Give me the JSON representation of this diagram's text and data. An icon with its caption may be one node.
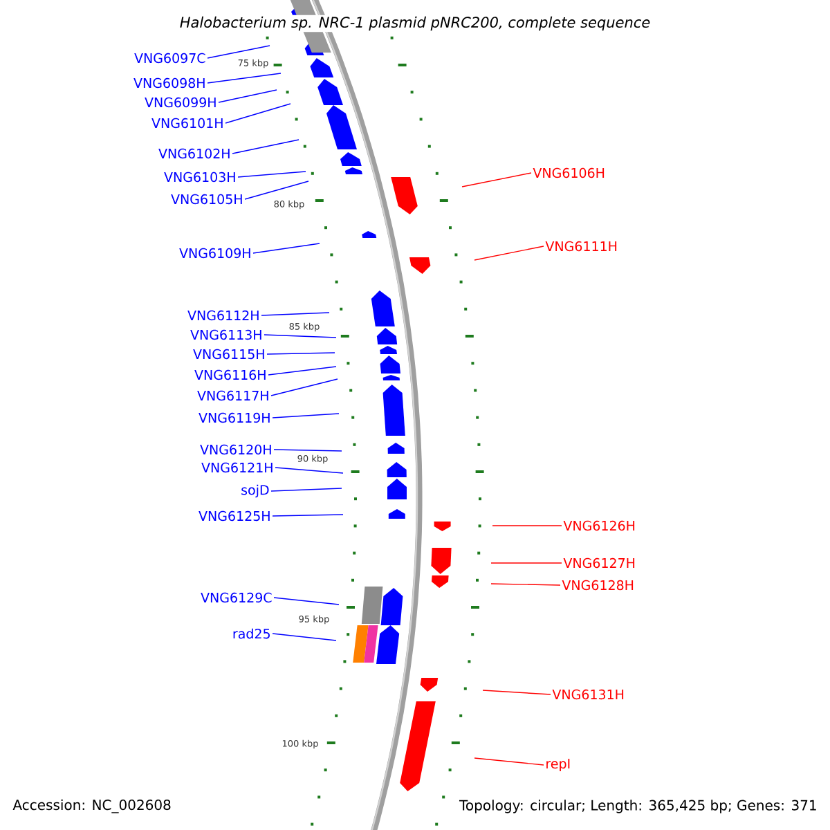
{
  "diagram": {
    "title": "Halobacterium sp. NRC-1 plasmid pNRC200, complete sequence",
    "nodes": [
      {
        "text": [
          "VNG6097C"
        ]
      },
      {
        "text": [
          "VNG6098H"
        ]
      },
      {
        "text": [
          "VNG6099H"
        ]
      },
      {
        "text": [
          "VNG6101H"
        ]
      },
      {
        "text": [
          "VNG6102H"
        ]
      },
      {
        "text": [
          "VNG6103H"
        ]
      },
      {
        "text": [
          "VNG6105H"
        ]
      },
      {
        "text": [
          "VNG6106H"
        ]
      },
      {
        "text": [
          "VNG6109H"
        ]
      },
      {
        "text": [
          "VNG6111H"
        ]
      },
      {
        "text": [
          "VNG6112H"
        ]
      },
      {
        "text": [
          "VNG6113H"
        ]
      },
      {
        "text": [
          "VNG6115H"
        ]
      },
      {
        "text": [
          "VNG6116H"
        ]
      },
      {
        "text": [
          "VNG6117H"
        ]
      },
      {
        "text": [
          "VNG6119H"
        ]
      },
      {
        "text": [
          "VNG6120H"
        ]
      },
      {
        "text": [
          "VNG6121H"
        ]
      },
      {
        "text": [
          "sojD"
        ]
      },
      {
        "text": [
          "VNG6125H"
        ]
      },
      {
        "text": [
          "VNG6126H"
        ]
      },
      {
        "text": [
          "VNG6127H"
        ]
      },
      {
        "text": [
          "VNG6128H"
        ]
      },
      {
        "text": [
          "VNG6129C"
        ]
      },
      {
        "text": [
          "rad25"
        ]
      },
      {
        "text": [
          "VNG6131H"
        ]
      },
      {
        "text": [
          "repI"
        ]
      }
    ],
    "edges": [
      {
        "from": 0,
        "to": null,
        "arrow": "none"
      },
      {
        "from": 1,
        "to": null,
        "arrow": "none"
      },
      {
        "from": 2,
        "to": null,
        "arrow": "none"
      },
      {
        "from": 3,
        "to": null,
        "arrow": "none"
      },
      {
        "from": 4,
        "to": null,
        "arrow": "none"
      },
      {
        "from": 5,
        "to": null,
        "arrow": "none"
      },
      {
        "from": 6,
        "to": null,
        "arrow": "none"
      },
      {
        "from": 7,
        "to": null,
        "arrow": "none",
        "color": "#ff0000"
      },
      {
        "from": 8,
        "to": null,
        "arrow": "none"
      },
      {
        "from": 9,
        "to": null,
        "arrow": "none",
        "color": "#ff0000"
      },
      {
        "from": 10,
        "to": null,
        "arrow": "none"
      },
      {
        "from": 11,
        "to": null,
        "arrow": "none"
      },
      {
        "from": 12,
        "to": null,
        "arrow": "none"
      },
      {
        "from": 13,
        "to": null,
        "arrow": "none"
      },
      {
        "from": 14,
        "to": null,
        "arrow": "none"
      },
      {
        "from": 15,
        "to": null,
        "arrow": "none"
      },
      {
        "from": 16,
        "to": null,
        "arrow": "none"
      },
      {
        "from": 17,
        "to": null,
        "arrow": "none"
      },
      {
        "from": 18,
        "to": null,
        "arrow": "none"
      },
      {
        "from": 19,
        "to": null,
        "arrow": "none"
      },
      {
        "from": 20,
        "to": null,
        "arrow": "none",
        "color": "#ff0000"
      },
      {
        "from": 21,
        "to": null,
        "arrow": "none",
        "color": "#ff0000"
      },
      {
        "from": 22,
        "to": null,
        "arrow": "none",
        "color": "#ff0000"
      },
      {
        "from": 23,
        "to": null,
        "arrow": "none"
      },
      {
        "from": 24,
        "to": null,
        "arrow": "none"
      },
      {
        "from": 25,
        "to": null,
        "arrow": "none",
        "color": "#ff0000"
      },
      {
        "from": 26,
        "to": null,
        "arrow": "none",
        "color": "#ff0000"
      }
    ],
    "labels": [
      "75 kbp",
      "80 kbp",
      "85 kbp",
      "90 kbp",
      "95 kbp",
      "100 kbp",
      "Accession: NC_002608",
      "Topology: circular; Length: 365,425 bp; Genes: 371"
    ]
  }
}
